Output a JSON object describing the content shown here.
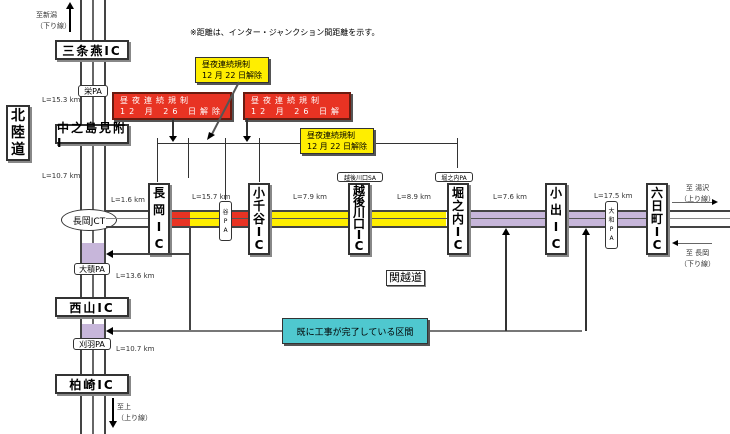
{
  "note": "※距離は、インター・ジャンクション間距離を示す。",
  "north_direction": {
    "line1": "至新潟",
    "line2": "（下り線）"
  },
  "south_direction": {
    "line1": "至上",
    "line2": "（上り線）"
  },
  "east_up": {
    "line1": "至 湯沢",
    "line2": "（上り線）"
  },
  "east_down": {
    "line1": "至 長岡",
    "line2": "（下り線）"
  },
  "hokuriku_label": [
    "北",
    "陸",
    "道"
  ],
  "kanetsu_label": "関越道",
  "hokuriku": {
    "sanjo_ic": "三条燕IC",
    "sakae_pa": "栄PA",
    "dist_sanjo_nakanoshima": "L=15.3 km",
    "nakanoshima_ic": "中之島見附I",
    "dist_nakanoshima_jct": "L=10.7 km",
    "nagaoka_jct": "長岡JCT",
    "ozumi_pa": "大積PA",
    "dist_jct_nishiyama": "L=13.6 km",
    "nishiyama_ic": "西山IC",
    "kariwa_pa": "刈羽PA",
    "dist_nishiyama_kashiwazaki": "L=10.7 km",
    "kashiwazaki_ic": "柏崎IC"
  },
  "kanetsu": {
    "interchanges": [
      {
        "name": [
          "長",
          "岡",
          "I",
          "C"
        ]
      },
      {
        "name": [
          "小",
          "千",
          "谷",
          "I",
          "C"
        ]
      },
      {
        "name": [
          "越",
          "後",
          "川",
          "口",
          "I",
          "C"
        ]
      },
      {
        "name": [
          "堀",
          "之",
          "内",
          "I",
          "C"
        ]
      },
      {
        "name": [
          "小",
          "出",
          "I",
          "C"
        ]
      },
      {
        "name": [
          "六",
          "日",
          "町",
          "I",
          "C"
        ]
      }
    ],
    "parking_areas": {
      "yamaya_pa": [
        "谷",
        "P",
        "A"
      ],
      "echigo_kawaguchi_sa": "越後川口SA",
      "horinouchi_pa": "堀之内PA",
      "osawa_pa": [
        "大",
        "和",
        "P",
        "A"
      ]
    },
    "distances": {
      "jct_nagaoka": "L=1.6 km",
      "nagaoka_ojiya": "L=15.7 km",
      "ojiya_kawaguchi": "L=7.9 km",
      "kawaguchi_horinouchi": "L=8.9 km",
      "horinouchi_koide": "L=7.6 km",
      "koide_muikamachi": "L=17.5 km"
    }
  },
  "regulation_notices": [
    {
      "type": "red",
      "line1": "昼夜連続規制",
      "line2": "12 月 26 日解除"
    },
    {
      "type": "yellow",
      "line1": "昼夜連続規制",
      "line2": "12 月 22 日解除"
    },
    {
      "type": "red",
      "line1": "昼夜連続規制",
      "line2": "12 月 26 日解"
    },
    {
      "type": "yellow",
      "line1": "昼夜連続規制",
      "line2": "12 月 22 日解除"
    }
  ],
  "completed_label": "既に工事が完了している区間",
  "colors": {
    "red_section": "#e83323",
    "yellow_section": "#ffee00",
    "completed_section": "#c7b6da",
    "completed_box": "#4fc8cf"
  }
}
